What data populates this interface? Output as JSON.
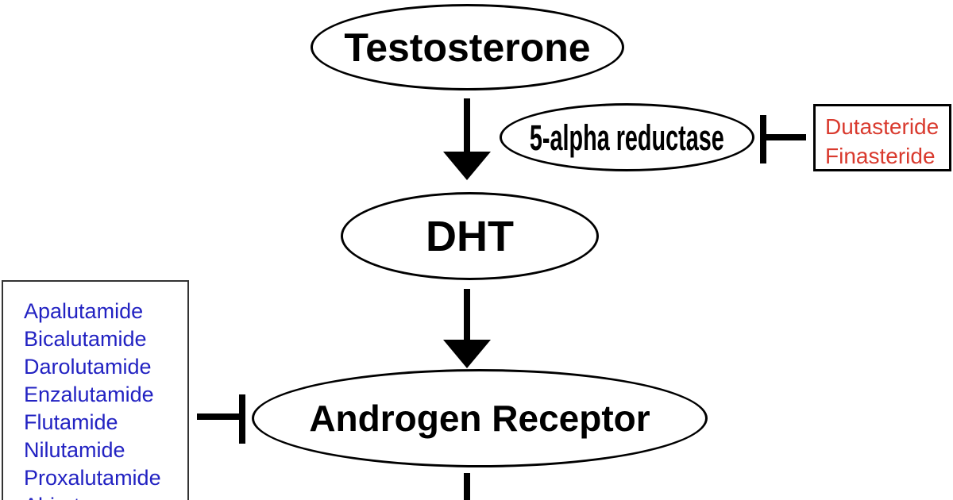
{
  "diagram": {
    "nodes": {
      "testosterone": {
        "label": "Testosterone"
      },
      "five_alpha_reductase": {
        "label": "5-alpha reductase"
      },
      "dht": {
        "label": "DHT"
      },
      "androgen_receptor": {
        "label": "Androgen Receptor"
      }
    },
    "inhibitors": {
      "reductase_inhibitors": {
        "target": "five_alpha_reductase",
        "text_color": "#d93a2e",
        "items": [
          "Dutasteride",
          "Finasteride"
        ]
      },
      "ar_antagonists": {
        "target": "androgen_receptor",
        "text_color": "#2222c2",
        "items": [
          "Apalutamide",
          "Bicalutamide",
          "Darolutamide",
          "Enzalutamide",
          "Flutamide",
          "Nilutamide",
          "Proxalutamide",
          "Abiraterone"
        ]
      }
    },
    "colors": {
      "background": "#ffffff",
      "stroke": "#000000",
      "red_text": "#d93a2e",
      "blue_text": "#2222c2"
    }
  }
}
